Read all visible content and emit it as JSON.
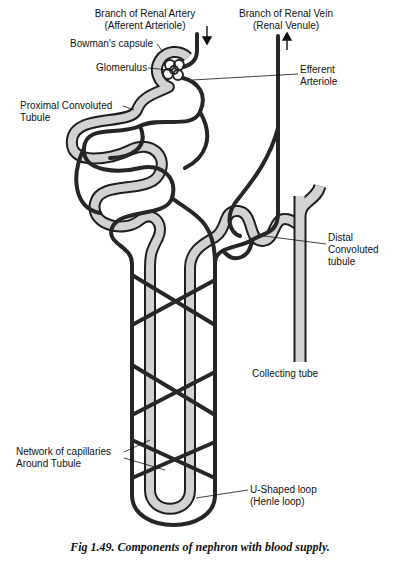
{
  "diagram": {
    "caption": "Fig 1.49. Components of nephron with blood supply.",
    "labels": [
      "Branch of Renal Artery (Afferent Arteriole)",
      "Bowman's capsule",
      "Glomerulus",
      "Proximal Convoluted Tubule",
      "Branch of Renal Vein (Renal Venule)",
      "Efferent Arteriole",
      "Distal Convoluted tubule",
      "Collecting tube",
      "Network of capillaries Around Tubule",
      "U-Shaped loop (Henle loop)"
    ]
  }
}
